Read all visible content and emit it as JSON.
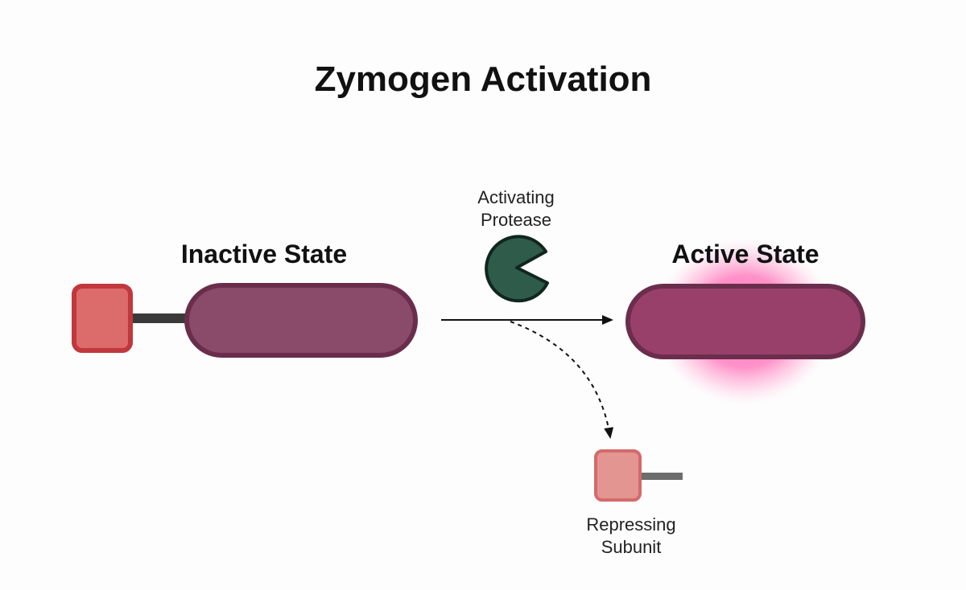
{
  "title": "Zymogen Activation",
  "inactive_state": {
    "label": "Inactive State"
  },
  "active_state": {
    "label": "Active State"
  },
  "protease": {
    "label_line1": "Activating",
    "label_line2": "Protease"
  },
  "subunit": {
    "label_line1": "Repressing",
    "label_line2": "Subunit"
  },
  "colors": {
    "enzyme_body": "#8a4a6a",
    "enzyme_outline": "#6a2e4c",
    "active_enzyme_body": "#98406a",
    "active_glow": "#ff69b4",
    "inhibitor_fill": "#dc6b6b",
    "inhibitor_outline": "#c0383c",
    "subunit_fill": "#e39592",
    "subunit_outline": "#d46a6a",
    "protease_fill": "#2f5b4b",
    "protease_outline": "#10261e",
    "arrow": "#111111"
  }
}
